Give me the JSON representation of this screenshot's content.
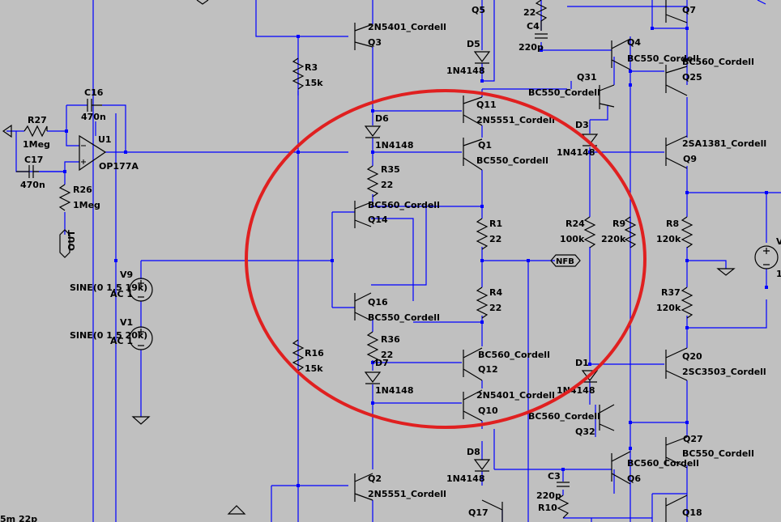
{
  "colors": {
    "background": "#c0c0c0",
    "wire": "#0000ff",
    "text": "#000000",
    "highlight": "#e02020"
  },
  "labels": {
    "q5": "Q5",
    "r_top": "22",
    "q7": "Q7",
    "q3_model": "2N5401_Cordell",
    "q3": "Q3",
    "c4": "C4",
    "d5": "D5",
    "c4_val": "220p",
    "q4": "Q4",
    "bc550_q4": "BC550_Cordell",
    "bc560_q25": "BC560_Cordell",
    "r3": "R3",
    "r3_val": "15k",
    "d5_model": "1N4148",
    "q31": "Q31",
    "q25": "Q25",
    "bc550_q31": "BC550_Cordell",
    "c16": "C16",
    "r27": "R27",
    "q11": "Q11",
    "c16_val": "470n",
    "q11_model": "2N5551_Cordell",
    "d6": "D6",
    "u1": "U1",
    "d3": "D3",
    "r27_val": "1Meg",
    "d6_model": "1N4148",
    "q1": "Q1",
    "q9_model": "2SA1381_Cordell",
    "d3_model": "1N4148",
    "c17": "C17",
    "op": "OP177A",
    "q1_model": "BC550_Cordell",
    "q9": "Q9",
    "r35": "R35",
    "c17_val": "470n",
    "r26": "R26",
    "r35_val": "22",
    "r26_val": "1Meg",
    "q14_model": "BC560_Cordell",
    "q14": "Q14",
    "r1": "R1",
    "r24": "R24",
    "r9": "R9",
    "r8": "R8",
    "r1_val": "22",
    "r24_val": "100k",
    "r9_val": "220k",
    "r8_val": "120k",
    "out": "OUT",
    "nfb": "NFB",
    "v9": "V9",
    "v9_src": "SINE(0 1.5 19k)",
    "ac1": "AC 1",
    "r4": "R4",
    "r37": "R37",
    "r4_val": "22",
    "q16": "Q16",
    "r37_val": "120k",
    "v1": "V1",
    "v1_src": "SINE(0 1.5 20k)",
    "ac2": "AC 1",
    "q16_model": "BC550_Cordell",
    "r36": "R36",
    "r36_val": "22",
    "r16": "R16",
    "q20": "Q20",
    "bc560_q12": "BC560_Cordell",
    "r16_val": "15k",
    "d7": "D7",
    "d1": "D1",
    "q12": "Q12",
    "q20_model": "2SC3503_Cordell",
    "d7_model": "1N4148",
    "d1_model": "1N4148",
    "q10_model": "2N5401_Cordell",
    "q10": "Q10",
    "bc560_q32": "BC560_Cordell",
    "q27": "Q27",
    "q32": "Q32",
    "bc550_q27": "BC550_Cordell",
    "d8": "D8",
    "bc560_q6": "BC560_Cordell",
    "c3": "C3",
    "d8_model": "1N4148",
    "q6": "Q6",
    "q2": "Q2",
    "c3_val": "220p",
    "q2_model": "2N5551_Cordell",
    "r10": "R10",
    "q17": "Q17",
    "q18": "Q18",
    "v_right": "V",
    "one_right": "1",
    "bottom_left": "5m 22p"
  }
}
